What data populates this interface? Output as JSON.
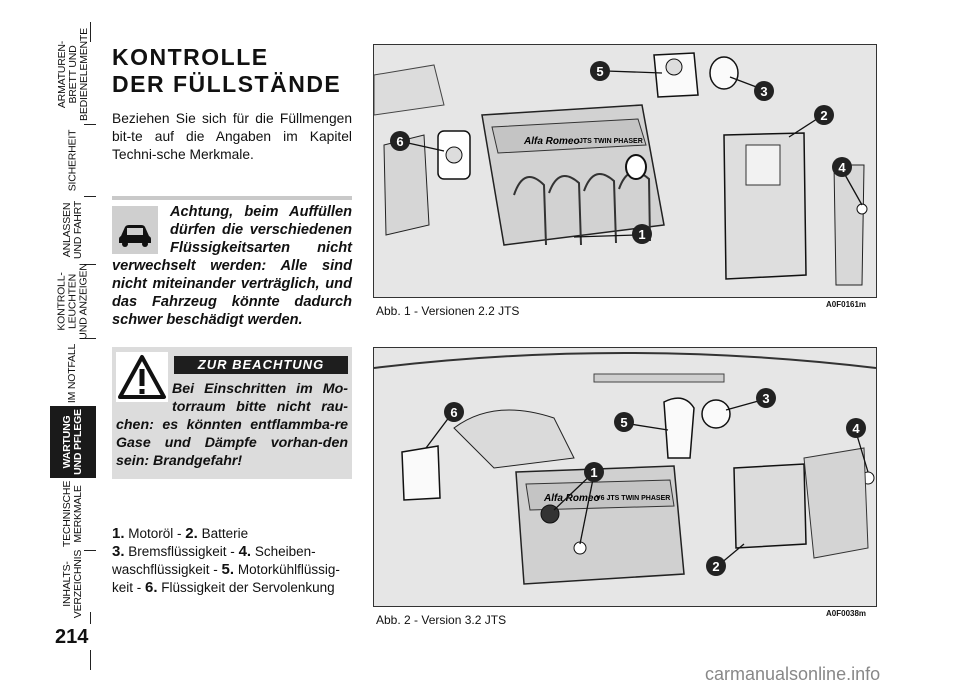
{
  "sidebar": {
    "tabs": [
      {
        "label": "ARMATUREN-\nBRETT UND\nBEDIENELEMENTE"
      },
      {
        "label": "SICHERHEIT"
      },
      {
        "label": "ANLASSEN\nUND FAHRT"
      },
      {
        "label": "KONTROLL-\nLEUCHTEN\nUND ANZEIGEN"
      },
      {
        "label": "IM NOTFALL"
      },
      {
        "label": "WARTUNG\nUND PFLEGE"
      },
      {
        "label": "TECHNISCHE\nMERKMALE"
      },
      {
        "label": "INHALTS-\nVERZEICHNIS"
      }
    ],
    "page_number": "214"
  },
  "main": {
    "title_line1": "KONTROLLE",
    "title_line2": "DER FÜLLSTÄNDE",
    "intro": "Beziehen Sie sich für die Füllmengen bit-te auf die Angaben im Kapitel Techni-sche Merkmale.",
    "warning_text": "Achtung, beim Auffüllen dürfen die verschiedenen Flüssigkeitsarten nicht verwechselt werden: Alle sind nicht miteinander verträglich, und das Fahrzeug könnte dadurch schwer beschädigt werden.",
    "note_heading": "ZUR BEACHTUNG",
    "note_text": "Bei Einschritten im Mo-torraum bitte nicht rau-chen: es könnten entflammba-re Gase und Dämpfe vorhan-den sein: Brandgefahr!",
    "legend": [
      {
        "num": "1.",
        "text": "Motoröl - "
      },
      {
        "num": "2.",
        "text": "Batterie"
      },
      {
        "num": "3.",
        "text": "Bremsflüssigkeit - "
      },
      {
        "num": "4.",
        "text": "Scheiben-waschflüssigkeit - "
      },
      {
        "num": "5.",
        "text": "Motorkühlflüssig-keit - "
      },
      {
        "num": "6.",
        "text": "Flüssigkeit der Servolenkung"
      }
    ]
  },
  "figures": [
    {
      "caption": "Abb. 1 - Versionen 2.2 JTS",
      "code": "A0F0161m",
      "engine_text": "JTS TWIN PHASER",
      "brand": "Alfa Romeo",
      "callouts": [
        "1",
        "2",
        "3",
        "4",
        "5",
        "6"
      ]
    },
    {
      "caption": "Abb. 2 - Version 3.2 JTS",
      "code": "A0F0038m",
      "engine_text": "V6 JTS TWIN PHASER",
      "brand": "Alfa Romeo",
      "callouts": [
        "1",
        "2",
        "3",
        "4",
        "5",
        "6"
      ]
    }
  ],
  "watermark": "carmanualsonline.info"
}
